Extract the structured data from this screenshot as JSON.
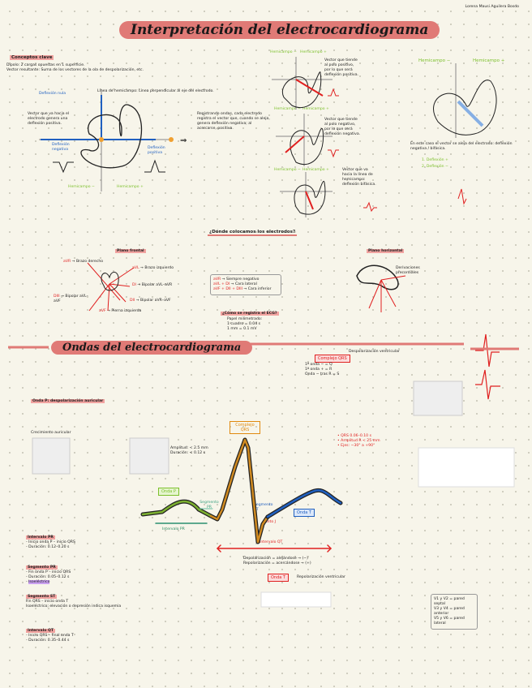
{
  "header": {
    "author": "Lorena Mausi Aguilera Bosdo",
    "title": "Interpretación del electrocardiograma"
  },
  "conceptos": {
    "heading": "Conceptos clave",
    "lines": [
      "Dipolo: 2 cargas opuestas en 1 superficie.",
      "Vector resultante: Suma de los vectores de la ola de despolarización, etc."
    ],
    "deflexion_neg": "Deflexión negativa",
    "deflexion_pos": "Deflexión positiva",
    "deflexion_nula": "Deflexión nula",
    "linea_hemicampo": "Línea de hemicampo: Línea perpendicular al eje del electrodo.",
    "hemicampo_neg": "Hemicampo −",
    "hemicampo_pos": "Hemicampo +",
    "vector_note": "Vector que va hacia el electrodo genera una deflexión positiva.",
    "right_text": "Registrando ondas, cada electrodo registra el vector que, cuando se aleja, genera deflexión negativa; al acercarse, positiva."
  },
  "vectores": {
    "hemicampo_neg": "Hemicampo −",
    "hemicampo_pos": "Hemicampo +",
    "notes": [
      "Vector que tiende al polo positivo, por lo que será deflexión positiva.",
      "Vector que tiende al polo negativo, por lo que será deflexión negativa.",
      "Vector que va hacia la línea de hemicampo: deflexión bifásica."
    ],
    "right_note": "En este caso el vector se aleja del electrodo: deflexión negativa / bifásica.",
    "right_items": [
      "1. Deflexión +",
      "2. Deflexión −"
    ]
  },
  "electrodos": {
    "heading": "¿Dónde colocamos los electrodos?",
    "plano_frontal": "Plano frontal",
    "plano_horizontal": "Plano horizontal",
    "leads": [
      {
        "name": "aVR",
        "desc": "Brazo derecho"
      },
      {
        "name": "aVL",
        "desc": "Brazo izquierdo"
      },
      {
        "name": "DI",
        "desc": "Bipolar aVL–aVR"
      },
      {
        "name": "DII",
        "desc": "Bipolar aVR–aVF"
      },
      {
        "name": "DIII",
        "desc": "Bipolar aVL–aVF"
      },
      {
        "name": "aVF",
        "desc": "Pierna izquierda"
      }
    ],
    "box": [
      {
        "lead": "aVR",
        "desc": "Siempre negativo"
      },
      {
        "lead": "aVL + DI",
        "desc": "Cara lateral"
      },
      {
        "lead": "aVF + DII + DIII",
        "desc": "Cara inferior"
      }
    ],
    "como_registra": "¿Cómo se registra el ECG?",
    "registro_lines": [
      "Papel milimetrado:",
      "1 cuadro = 0.04 s",
      "1 mm = 0.1 mV"
    ],
    "precordiales": "Derivaciones precordiales"
  },
  "ondas": {
    "heading": "Ondas del electrocardiograma",
    "onda_p": "Onda P",
    "complejo_qrs": "Complejo QRS",
    "onda_t": "Onda T",
    "segmento_pr": "Segmento PR",
    "intervalo_pr": "Intervalo PR",
    "intervalo_qt": "Intervalo QT",
    "segmento_st": "Segmento ST",
    "punto_j": "Punto J",
    "onda_p_note": "Onda P: despolarización auricular",
    "qrs_box": "Complejo QRS",
    "qrs_notes": [
      "Despolarización ventricular",
      "1ª onda − = Q",
      "1ª onda + = R",
      "Onda − tras R = S"
    ],
    "hipertrofia": "Crecimiento auricular",
    "amplitud": [
      "Amplitud: < 2.5 mm",
      "Duración: < 0.12 s"
    ],
    "qrs_criteria": [
      "QRS 0.06–0.10 s",
      "Amplitud R < 25 mm",
      "Ejes: −30° a +90°"
    ],
    "onda_t_box": "Onda T",
    "onda_t_desc": "Repolarización ventricular",
    "bottom_notes": [
      {
        "heading": "Intervalo PR",
        "lines": [
          "Inicio onda P – inicio QRS",
          "Duración: 0.12–0.20 s"
        ]
      },
      {
        "heading": "Segmento PR",
        "lines": [
          "Fin onda P – inicio QRS",
          "Duración: 0.05–0.12 s",
          "Isoeléctrico"
        ]
      },
      {
        "heading": "Segmento ST",
        "lines": [
          "Fin QRS – inicio onda T",
          "Isoeléctrico; elevación o depresión indica isquemia"
        ]
      },
      {
        "heading": "Intervalo QT",
        "lines": [
          "Inicio QRS – final onda T",
          "Duración: 0.35–0.44 s"
        ]
      }
    ],
    "right_notes": [
      "Depolarización = alejándose → (−)",
      "Repolarización = acercándose → (+)"
    ],
    "v_box": [
      "V1 y V2 = pared septal",
      "V3 y V4 = pared anterior",
      "V5 y V6 = pared lateral"
    ]
  }
}
